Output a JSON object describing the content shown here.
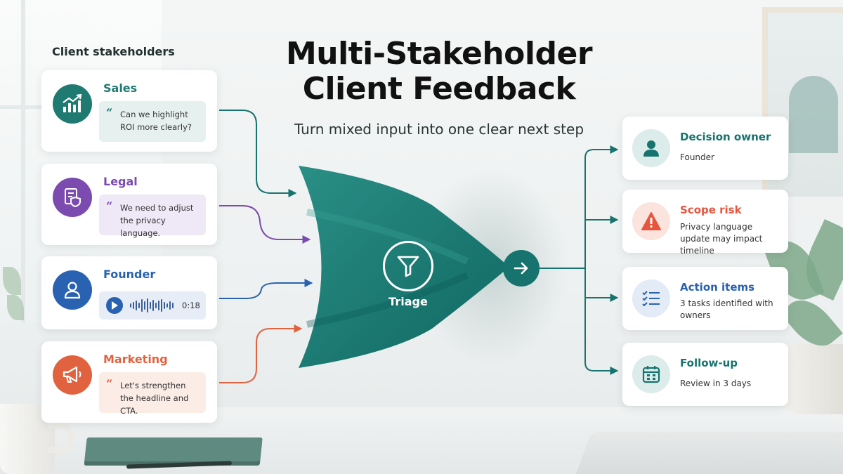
{
  "title": "Multi-Stakeholder Client Feedback",
  "subtitle": "Turn mixed input into one clear next step",
  "section_label": "Client stakeholders",
  "colors": {
    "teal": "#16736d",
    "sales": "#1f7a72",
    "legal": "#7b4bb0",
    "founder": "#2962b0",
    "marketing": "#e0623f",
    "scope_risk": "#e8553e"
  },
  "stakeholders": [
    {
      "name": "Sales",
      "icon": "growth-chart-icon",
      "quote": "Can we highlight ROI more clearly?"
    },
    {
      "name": "Legal",
      "icon": "document-shield-icon",
      "quote": "We need to adjust the privacy language."
    },
    {
      "name": "Founder",
      "icon": "user-icon",
      "audio_duration": "0:18"
    },
    {
      "name": "Marketing",
      "icon": "megaphone-icon",
      "quote": "Let's strengthen the headline and CTA."
    }
  ],
  "triage": {
    "label": "Triage",
    "icon": "filter-icon"
  },
  "outputs": [
    {
      "title": "Decision owner",
      "desc": "Founder",
      "icon": "user-icon"
    },
    {
      "title": "Scope risk",
      "desc": "Privacy language update may impact timeline",
      "icon": "warning-icon"
    },
    {
      "title": "Action items",
      "desc": "3 tasks identified with owners",
      "icon": "checklist-icon"
    },
    {
      "title": "Follow-up",
      "desc": "Review in 3 days",
      "icon": "calendar-icon"
    }
  ]
}
